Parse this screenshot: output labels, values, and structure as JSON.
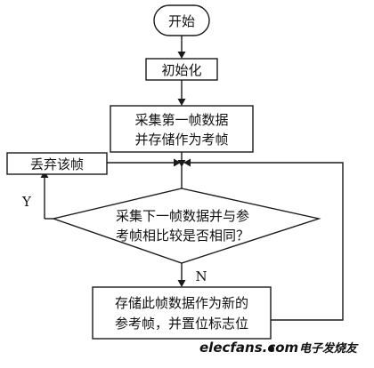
{
  "nodes": {
    "start": "开始",
    "init": "初始化",
    "collect_first_line1": "采集第一帧数据",
    "collect_first_line2": "并存储作为考帧",
    "discard": "丢弃该帧",
    "decision_line1": "采集下一帧数据并与参",
    "decision_line2": "考帧相比较是否相同？",
    "store_line1": "存储此帧数据作为新的",
    "store_line2": "参考帧，并置位标志位"
  },
  "branches": {
    "yes": "Y",
    "no": "N"
  },
  "watermark": {
    "site": "elecfans.com",
    "cn": "电子发烧友"
  }
}
